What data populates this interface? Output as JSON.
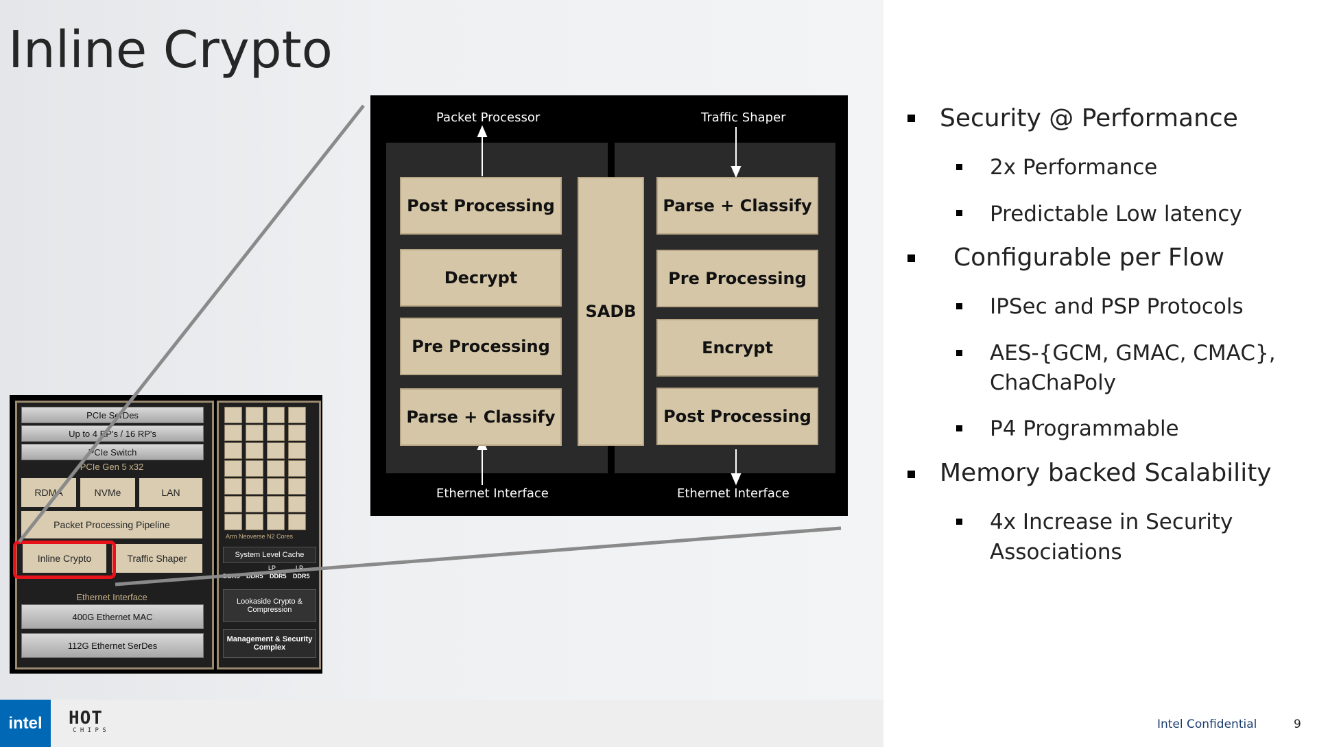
{
  "slide": {
    "title": "Inline Crypto",
    "footer_confidential": "Intel Confidential",
    "page_number": "9",
    "logo_intel": "intel",
    "logo_hotchips_top": "HOT",
    "logo_hotchips_bottom": "C H I P S"
  },
  "soc": {
    "pcie_serdes": "PCIe SerDes",
    "up_to": "Up to 4 EP's / 16 RP's",
    "pcie_switch": "PCIe Switch",
    "pcie_gen": "PCIe Gen 5 x32",
    "rdma": "RDMA",
    "nvme": "NVMe",
    "lan": "LAN",
    "pipeline": "Packet Processing Pipeline",
    "inline_crypto": "Inline Crypto",
    "traffic_shaper": "Traffic Shaper",
    "ethernet_interface": "Ethernet Interface",
    "mac": "400G Ethernet MAC",
    "serdes": "112G Ethernet SerDes",
    "arm_cores": "Arm Neoverse N2 Cores",
    "slc": "System Level Cache",
    "lp1": "LP",
    "lp2": "LP",
    "ddr": [
      "DDR5",
      "DDR5",
      "DDR5",
      "DDR5"
    ],
    "lookaside": "Lookaside Crypto & Compression",
    "mgmt": "Management & Security Complex"
  },
  "zoom": {
    "packet_processor": "Packet Processor",
    "traffic_shaper": "Traffic Shaper",
    "eth_left": "Ethernet Interface",
    "eth_right": "Ethernet Interface",
    "sadb": "SADB",
    "left": [
      "Post Processing",
      "Decrypt",
      "Pre Processing",
      "Parse + Classify"
    ],
    "right": [
      "Parse + Classify",
      "Pre Processing",
      "Encrypt",
      "Post Processing"
    ]
  },
  "bullets": {
    "b1": "Security @ Performance",
    "b1a": "2x Performance",
    "b1b": "Predictable Low latency",
    "b2": "Configurable per Flow",
    "b2a": "IPSec and PSP Protocols",
    "b2b_l1": "AES-{GCM, GMAC, CMAC},",
    "b2b_l2": "ChaChaPoly",
    "b2c": "P4 Programmable",
    "b3": "Memory backed Scalability",
    "b3a_l1": "4x Increase in Security",
    "b3a_l2": "Associations"
  },
  "colors": {
    "highlight": "#e8121b",
    "tan": "#d5c6a8",
    "footer_blue": "#0068b5"
  }
}
